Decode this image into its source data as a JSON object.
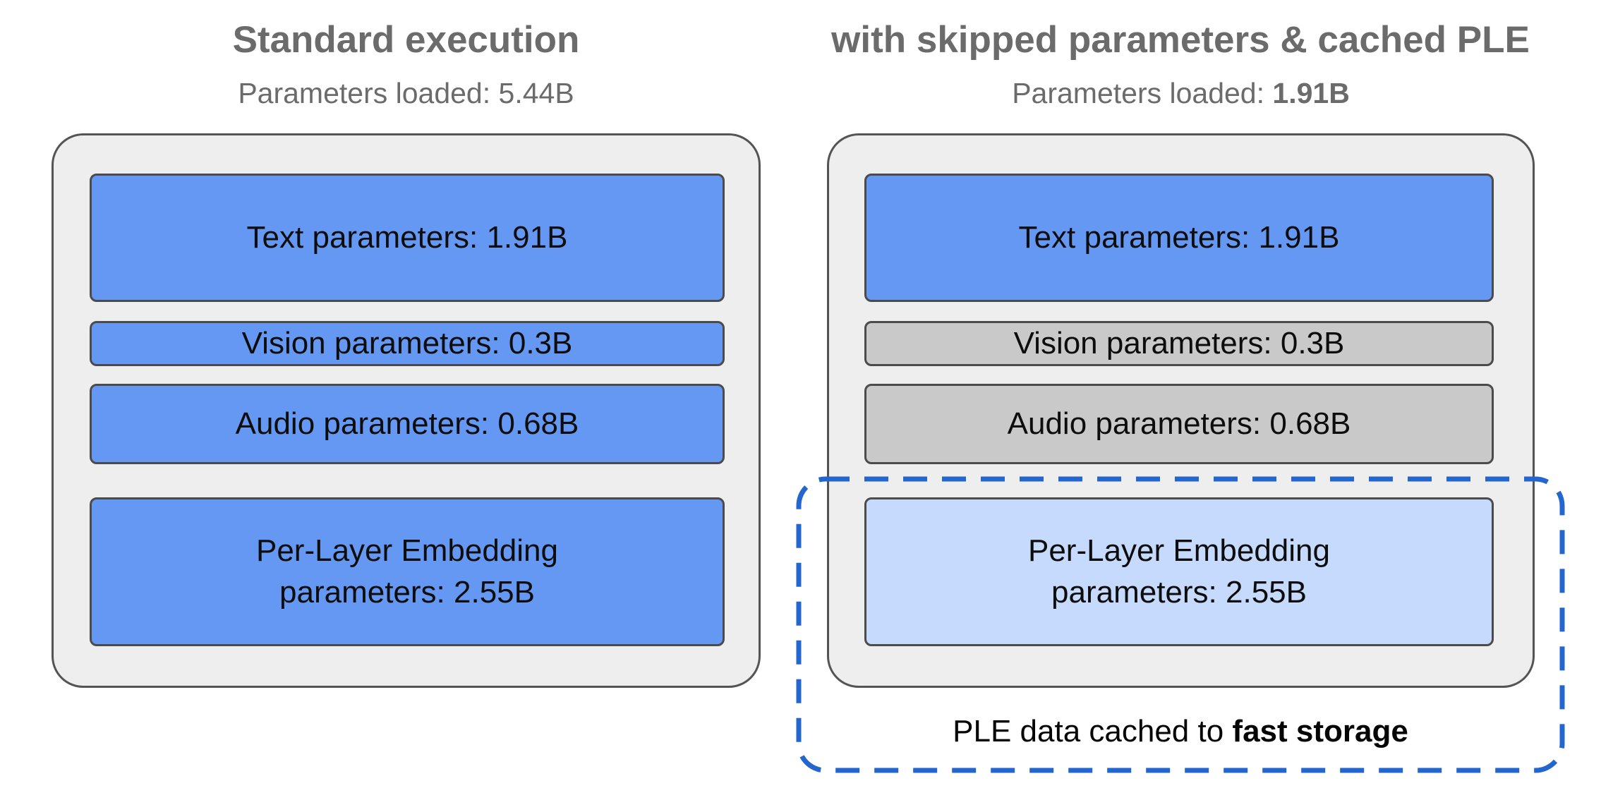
{
  "colors": {
    "loaded_blue": "#6598f2",
    "skipped_gray": "#c9c9c9",
    "cached_light_blue": "#c5dafc",
    "dash_blue": "#2366cd",
    "heading_gray": "#6b6b6b",
    "container_fill": "#eeeeef",
    "container_border": "#545454",
    "box_border": "#4b4b4b"
  },
  "left_panel": {
    "title": "Standard execution",
    "subtitle_prefix": "Parameters loaded: ",
    "subtitle_value": "5.44B",
    "boxes": {
      "text": "Text parameters: 1.91B",
      "vision": "Vision parameters: 0.3B",
      "audio": "Audio parameters: 0.68B",
      "ple_line1": "Per-Layer Embedding",
      "ple_line2": "parameters: 2.55B"
    }
  },
  "right_panel": {
    "title": "with skipped parameters & cached PLE",
    "subtitle_prefix": "Parameters loaded: ",
    "subtitle_value": "1.91B",
    "boxes": {
      "text": "Text parameters: 1.91B",
      "vision": "Vision parameters: 0.3B",
      "audio": "Audio parameters: 0.68B",
      "ple_line1": "Per-Layer Embedding",
      "ple_line2": "parameters: 2.55B"
    },
    "caption_prefix": "PLE data cached to ",
    "caption_bold": "fast storage"
  }
}
